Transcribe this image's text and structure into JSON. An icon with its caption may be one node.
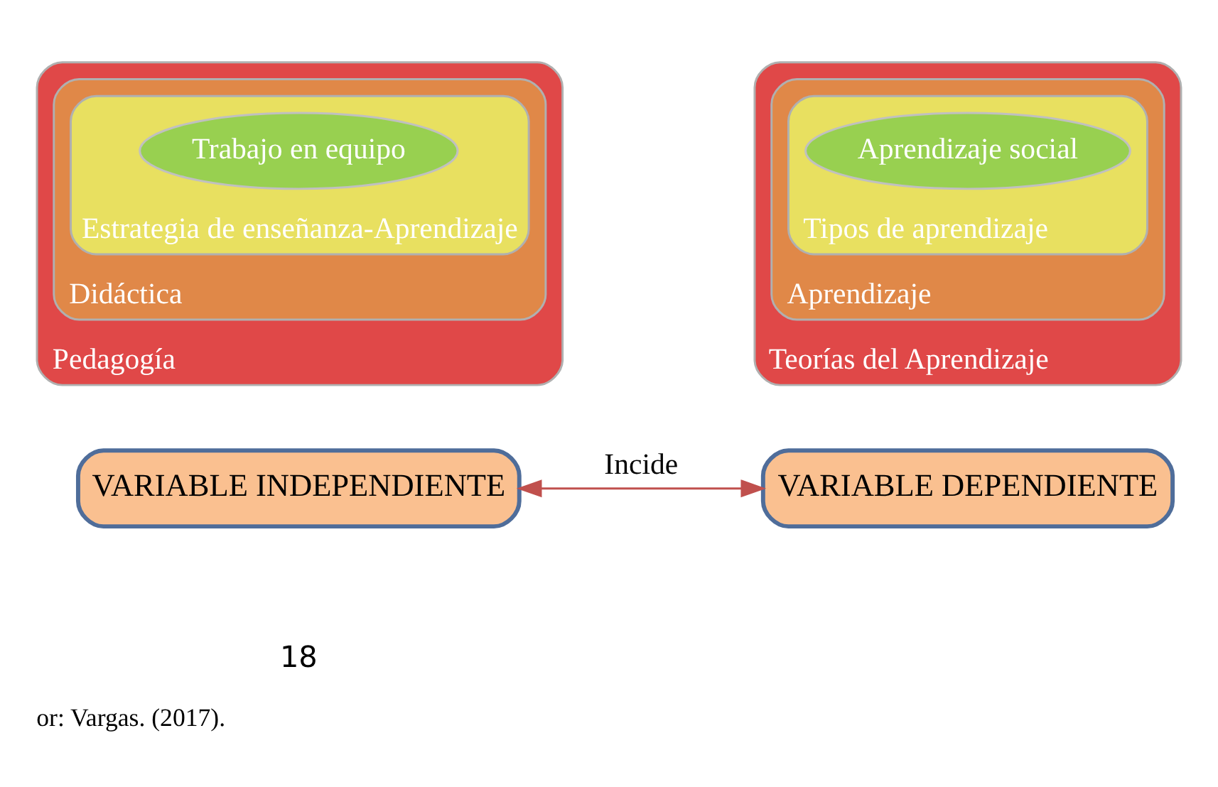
{
  "diagram": {
    "caption": "or: Vargas. (2017).",
    "nodes": [
      {
        "text": [
          "Pedagogía"
        ]
      },
      {
        "text": [
          "Didáctica"
        ],
        "in": 0
      },
      {
        "text": [
          "Estrategia de enseñanza-Aprendizaje"
        ],
        "in": 1
      },
      {
        "text": [
          "Trabajo en equipo"
        ],
        "in": 2
      },
      {
        "text": [
          "Teorías del Aprendizaje"
        ]
      },
      {
        "text": [
          "Aprendizaje"
        ],
        "in": 4
      },
      {
        "text": [
          "Tipos de aprendizaje"
        ],
        "in": 5
      },
      {
        "text": [
          "Aprendizaje social"
        ],
        "in": 6
      },
      {
        "text": [
          "VARIABLE INDEPENDIENTE"
        ]
      },
      {
        "text": [
          "VARIABLE DEPENDIENTE"
        ]
      }
    ],
    "edges": [
      {
        "from": 8,
        "to": 9,
        "arrow": "both",
        "label": "Incide",
        "color": "#c0504d"
      }
    ],
    "labels": [
      "18"
    ]
  }
}
